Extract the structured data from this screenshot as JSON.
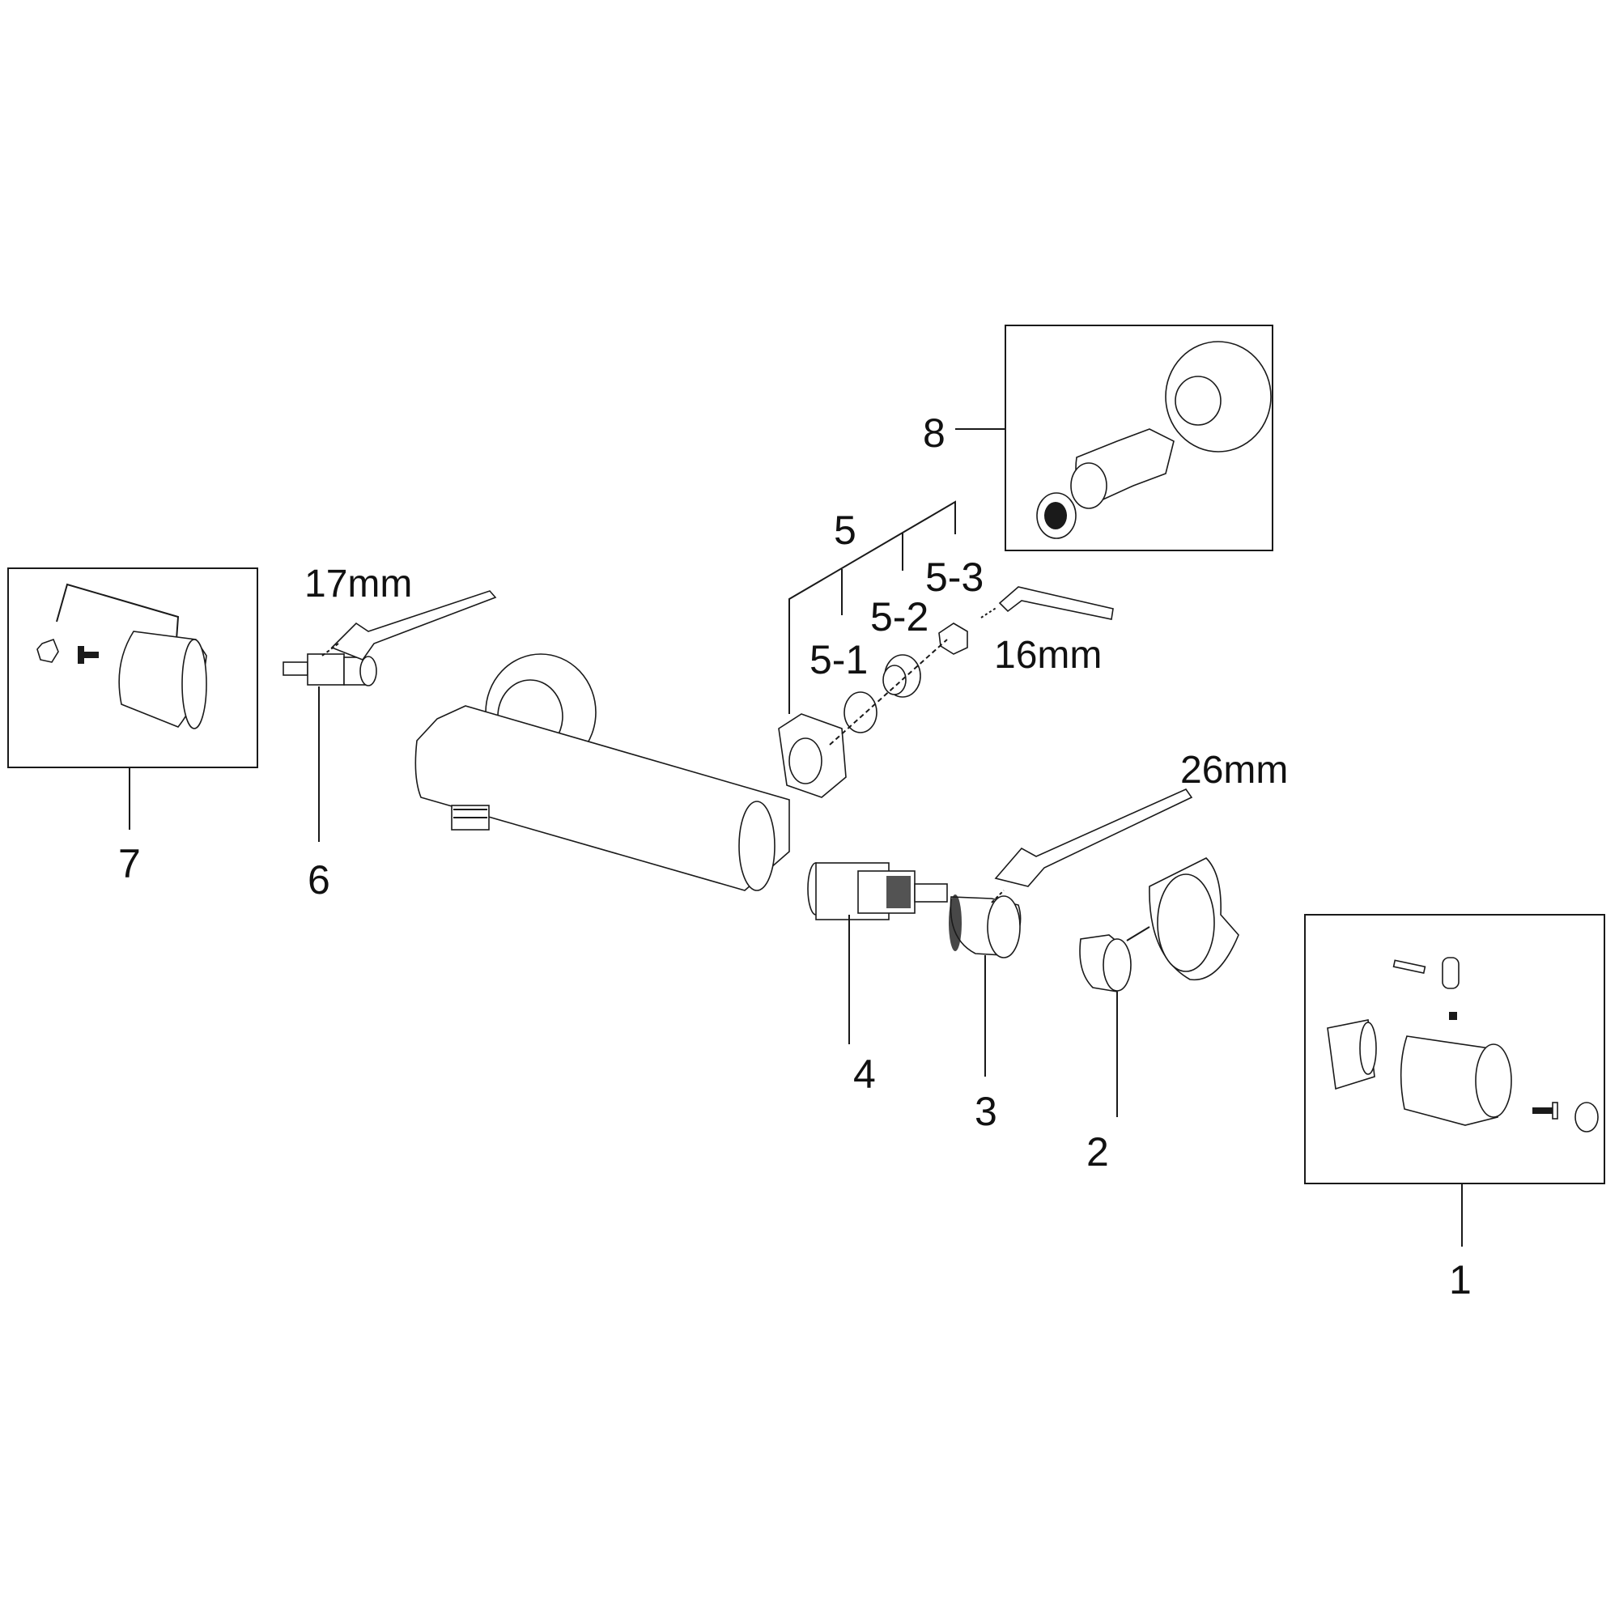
{
  "diagram": {
    "callouts": {
      "c1": "1",
      "c2": "2",
      "c3": "3",
      "c4": "4",
      "c5": "5",
      "c5_1": "5-1",
      "c5_2": "5-2",
      "c5_3": "5-3",
      "c6": "6",
      "c7": "7",
      "c8": "8"
    },
    "tools": {
      "wrench_small": "17mm",
      "hex_key": "16mm",
      "wrench_large": "26mm"
    },
    "colors": {
      "line": "#1a1a1a",
      "background": "#ffffff"
    }
  }
}
